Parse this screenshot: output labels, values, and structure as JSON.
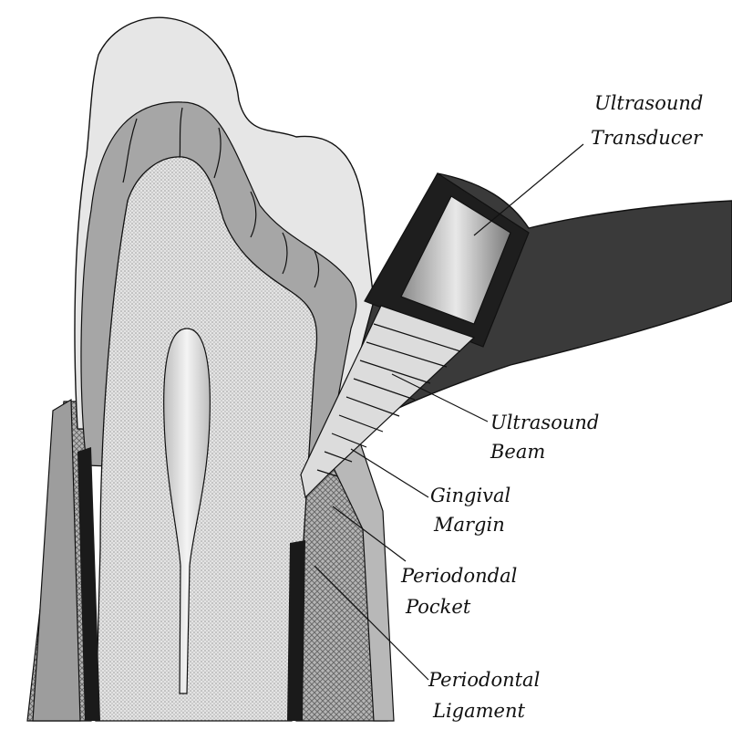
{
  "labels": {
    "transducer": [
      "Ultrasound",
      "Transducer"
    ],
    "beam": [
      "Ultrasound",
      "Beam"
    ],
    "gingival": [
      "Gingival",
      "Margin"
    ],
    "pocket": [
      "Periodondal",
      "Pocket"
    ],
    "ligament": [
      "Periodontal",
      "Ligament"
    ]
  },
  "colors": {
    "enamel": "#e6e6e6",
    "dentin": "#a6a6a6",
    "pulp_zone": "#e0e0e0",
    "canal": "#d0d0d0",
    "bone": "#9a9a9a",
    "dark": "#1a1a1a",
    "probe_body": "#3a3a3a",
    "transducer_face": "#c8c8c8"
  }
}
